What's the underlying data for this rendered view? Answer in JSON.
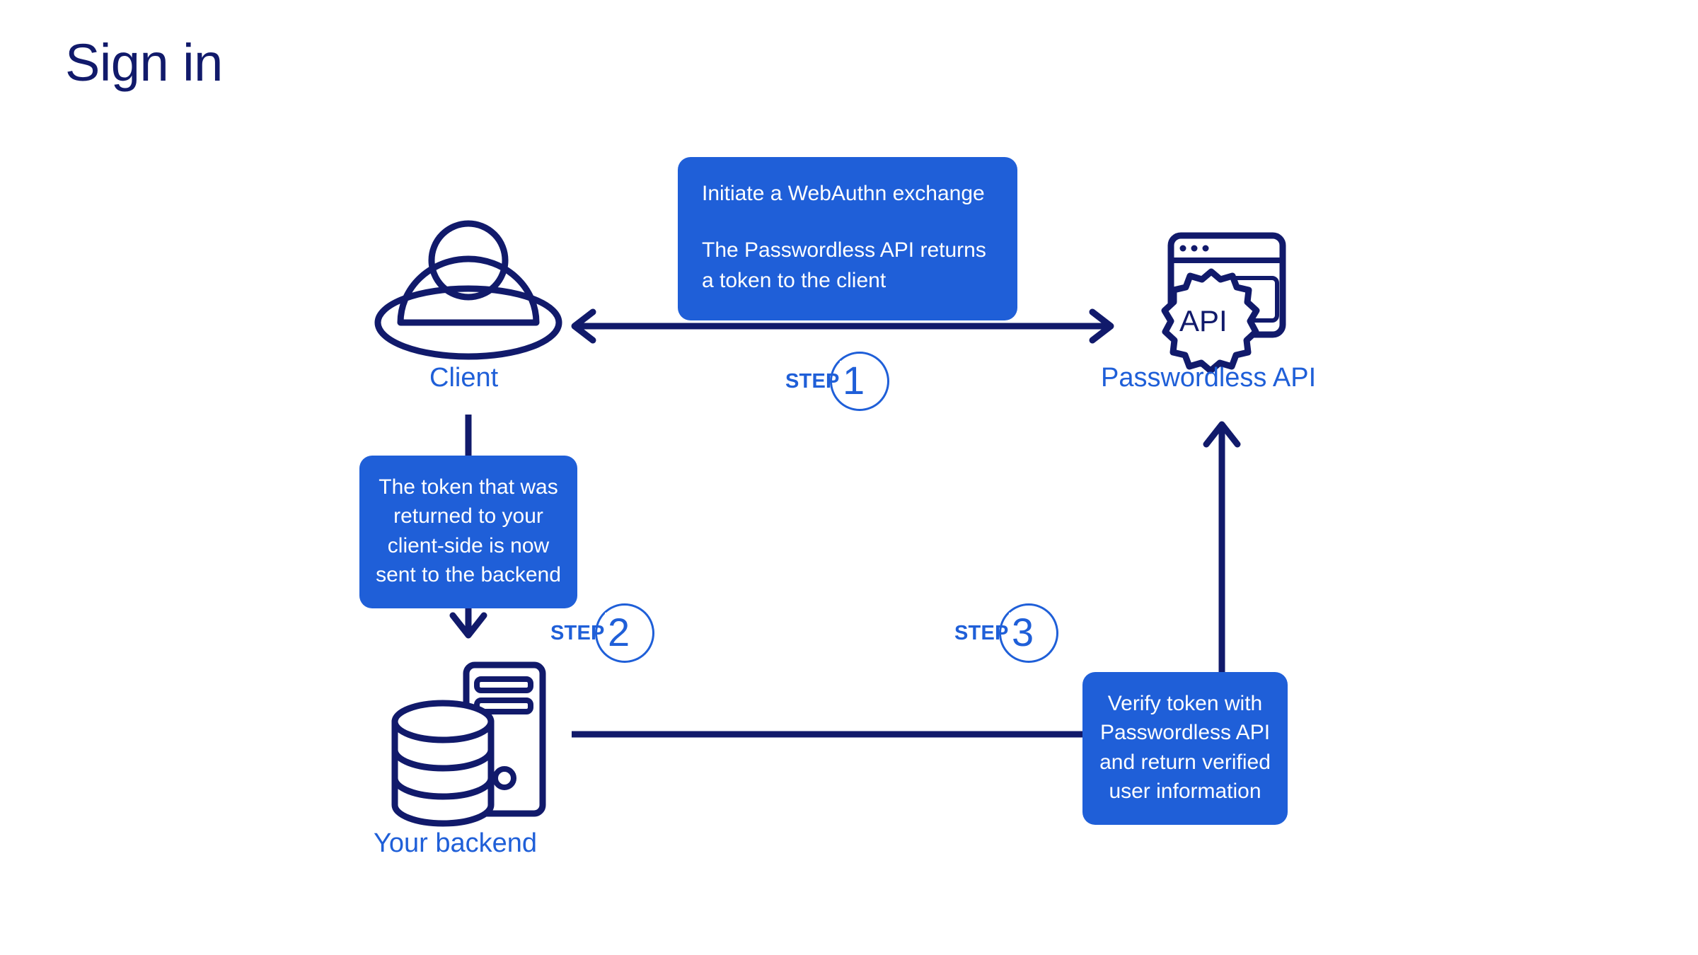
{
  "page": {
    "title": "Sign in",
    "background": "#ffffff"
  },
  "colors": {
    "navy": "#111a6b",
    "accent_blue": "#1f5fd8",
    "callout_bg": "#1f5fd8",
    "callout_text": "#ffffff"
  },
  "nodes": [
    {
      "id": "client",
      "label": "Client",
      "icon": "person-icon"
    },
    {
      "id": "passwordless",
      "label": "Passwordless API",
      "icon": "api-gear-terminal-icon"
    },
    {
      "id": "backend",
      "label": "Your backend",
      "icon": "server-database-icon"
    }
  ],
  "icon_text": {
    "api_gear": "API",
    "terminal_prompt": ">_"
  },
  "callouts": {
    "webauthn": {
      "line_1": "Initiate a WebAuthn exchange",
      "line_2": "The Passwordless API returns a token to the client"
    },
    "token": "The token that was returned to your client-side is now sent to the backend",
    "verify": "Verify token with Passwordless API and return verified user information"
  },
  "steps": [
    {
      "word": "STEP",
      "number": "1"
    },
    {
      "word": "STEP",
      "number": "2"
    },
    {
      "word": "STEP",
      "number": "3"
    }
  ],
  "connectors": [
    {
      "name": "client-to-api",
      "style": "double-arrow",
      "orientation": "horizontal"
    },
    {
      "name": "client-to-backend",
      "style": "arrow-down",
      "orientation": "vertical"
    },
    {
      "name": "backend-to-verify",
      "style": "plain-line",
      "orientation": "horizontal"
    },
    {
      "name": "verify-to-api",
      "style": "arrow-up",
      "orientation": "vertical"
    }
  ]
}
